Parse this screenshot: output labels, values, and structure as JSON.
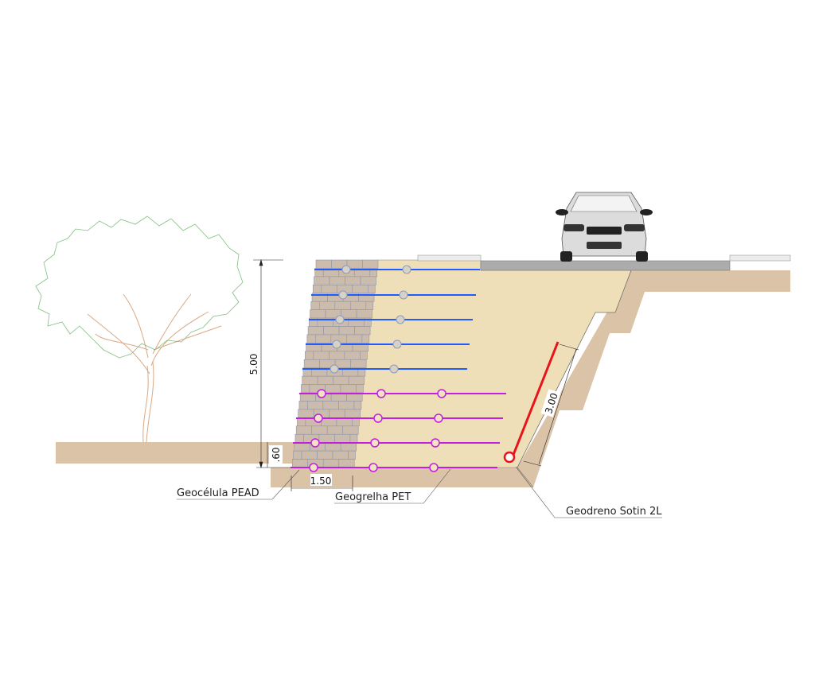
{
  "labels": {
    "geocell": "Geocélula PEAD",
    "geogrid": "Geogrelha PET",
    "geodrain": "Geodreno Sotin 2L"
  },
  "dimensions": {
    "wall_height": "5.00",
    "embedment": ".60",
    "wall_width": "1.50",
    "drain_length": "3.00"
  },
  "colors": {
    "backfill": "#efdfb9",
    "soil": "#dbc3a8",
    "road": "#acacac",
    "geogrid_upper": "#1f5bff",
    "geogrid_lower": "#c21fe0",
    "drain": "#e8141a"
  }
}
